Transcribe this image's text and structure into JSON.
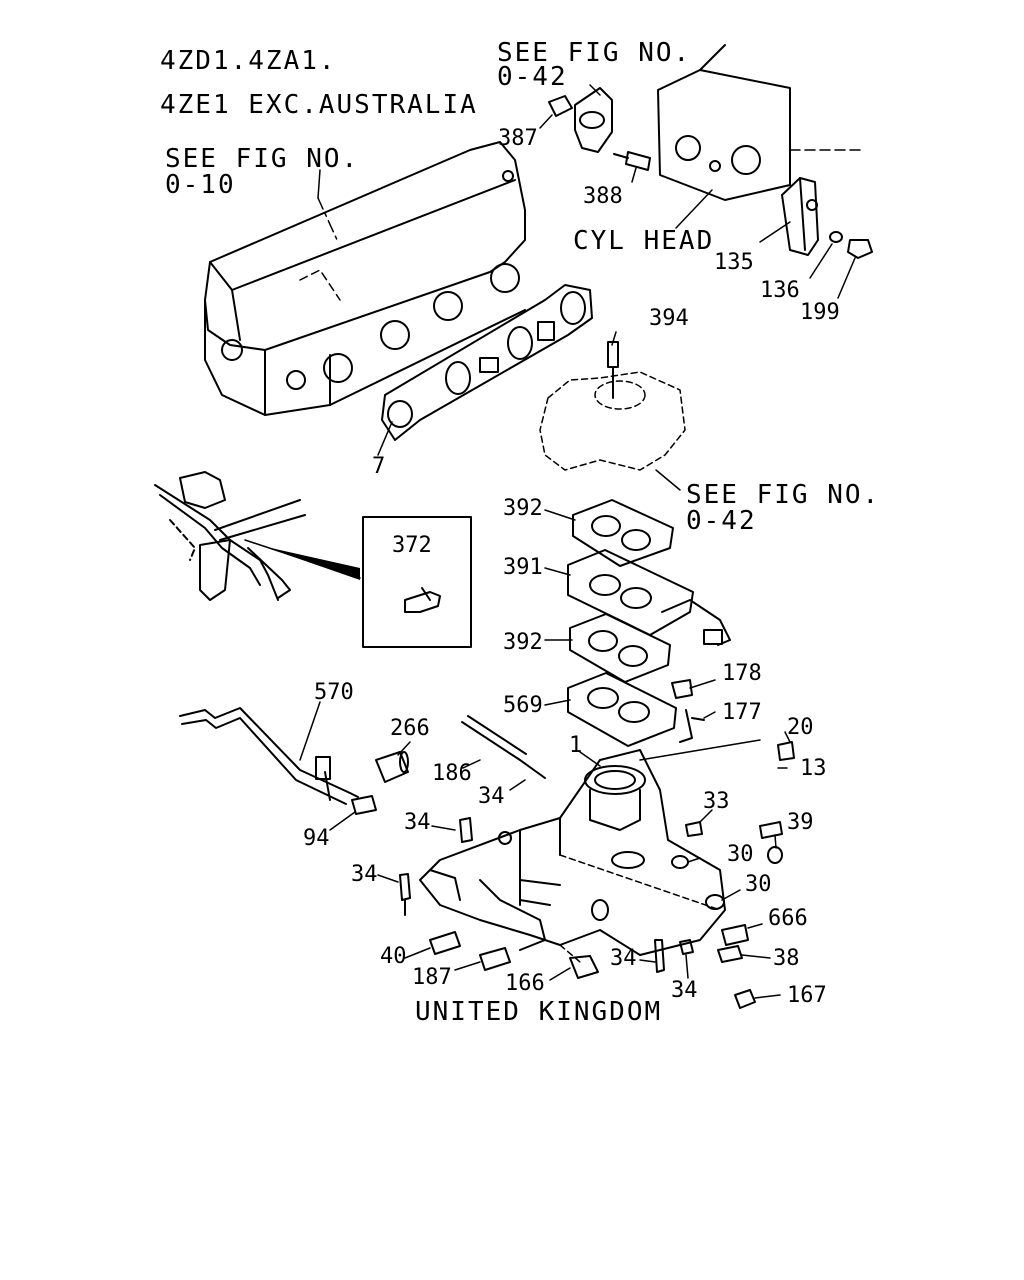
{
  "header": {
    "models_line1": "4ZD1.4ZA1.",
    "models_line2": "4ZE1 EXC.AUSTRALIA"
  },
  "notes": {
    "see_fig_0_10_a": "SEE FIG NO.",
    "see_fig_0_10_b": "0-10",
    "see_fig_0_42_top_a": "SEE FIG NO.",
    "see_fig_0_42_top_b": "0-42",
    "see_fig_0_42_mid_a": "SEE FIG NO.",
    "see_fig_0_42_mid_b": "0-42",
    "cyl_head": "CYL HEAD",
    "united_kingdom": "UNITED KINGDOM"
  },
  "parts": {
    "p387": "387",
    "p388": "388",
    "p135": "135",
    "p136": "136",
    "p199": "199",
    "p394": "394",
    "p7": "7",
    "p372": "372",
    "p392a": "392",
    "p391": "391",
    "p392b": "392",
    "p178": "178",
    "p569": "569",
    "p177": "177",
    "p570": "570",
    "p266": "266",
    "p20": "20",
    "p1": "1",
    "p186": "186",
    "p13": "13",
    "p34a": "34",
    "p33": "33",
    "p34b": "34",
    "p94": "94",
    "p39": "39",
    "p30a": "30",
    "p34c": "34",
    "p30b": "30",
    "p666": "666",
    "p40": "40",
    "p38": "38",
    "p187": "187",
    "p166": "166",
    "p34d": "34",
    "p34e": "34",
    "p167": "167"
  },
  "colors": {
    "ink": "#000000",
    "paper": "#ffffff"
  }
}
